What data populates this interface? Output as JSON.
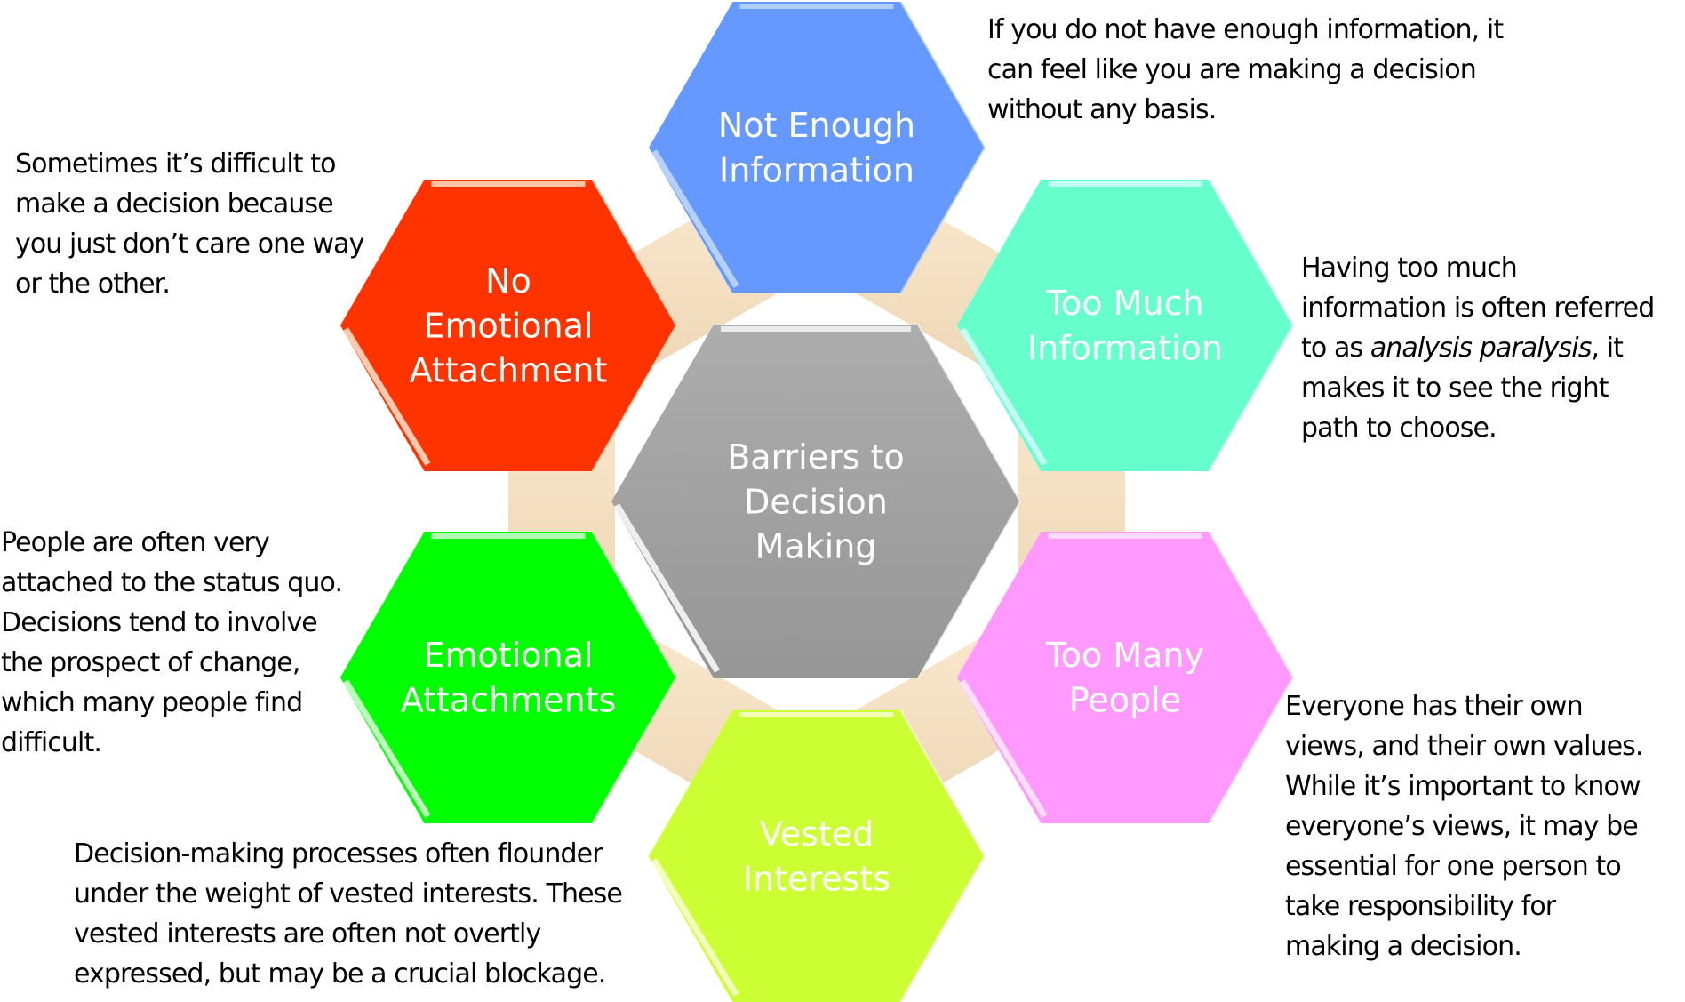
{
  "diagram": {
    "title": "Barriers to Decision Making",
    "center": {
      "label_lines": [
        "Barriers to",
        "Decision",
        "Making"
      ],
      "color_top": "#adadad",
      "color_bottom": "#969696"
    },
    "barriers": [
      {
        "id": "not-enough-information",
        "label_lines": [
          "Not Enough",
          "Information"
        ],
        "color": "#6699ff",
        "highlight": "#b8d4ff",
        "description": "If you do not have enough information, it\ncan feel like you are making a decision\nwithout any basis."
      },
      {
        "id": "too-much-information",
        "label_lines": [
          "Too Much",
          "Information"
        ],
        "color": "#66ffcc",
        "highlight": "#c9fff8",
        "description_parts": [
          "Having too much\ninformation is often referred\nto as ",
          "analysis paralysis",
          ", it\nmakes it to see the right\npath to choose."
        ]
      },
      {
        "id": "too-many-people",
        "label_lines": [
          "Too Many",
          "People"
        ],
        "color": "#ff99ff",
        "highlight": "#ffe0ff",
        "description": "Everyone has their own\nviews, and their own values.\nWhile it’s important to know\neveryone’s views, it may be\nessential for one person to\ntake responsibility for\nmaking a decision."
      },
      {
        "id": "vested-interests",
        "label_lines": [
          "Vested",
          "Interests"
        ],
        "color": "#ccff33",
        "highlight": "#f6ffc4",
        "description": "Decision-making processes often flounder\nunder the weight of vested interests. These\nvested interests are often not overtly\nexpressed, but may be a crucial blockage."
      },
      {
        "id": "emotional-attachments",
        "label_lines": [
          "Emotional",
          "Attachments"
        ],
        "color": "#00ff00",
        "highlight": "#c6ffc6",
        "description": "People are often very\nattached to the status quo.\nDecisions tend to involve\nthe prospect of change,\nwhich many people find\ndifficult."
      },
      {
        "id": "no-emotional-attachment",
        "label_lines": [
          "No",
          "Emotional",
          "Attachment"
        ],
        "color": "#ff3300",
        "highlight": "#ffd3b8",
        "description": "Sometimes it’s difficult to\nmake a decision because\nyou just don’t care one way\nor the other."
      }
    ],
    "connector_color_top": "#fdebd1",
    "connector_color_bottom": "#ead3b1"
  }
}
